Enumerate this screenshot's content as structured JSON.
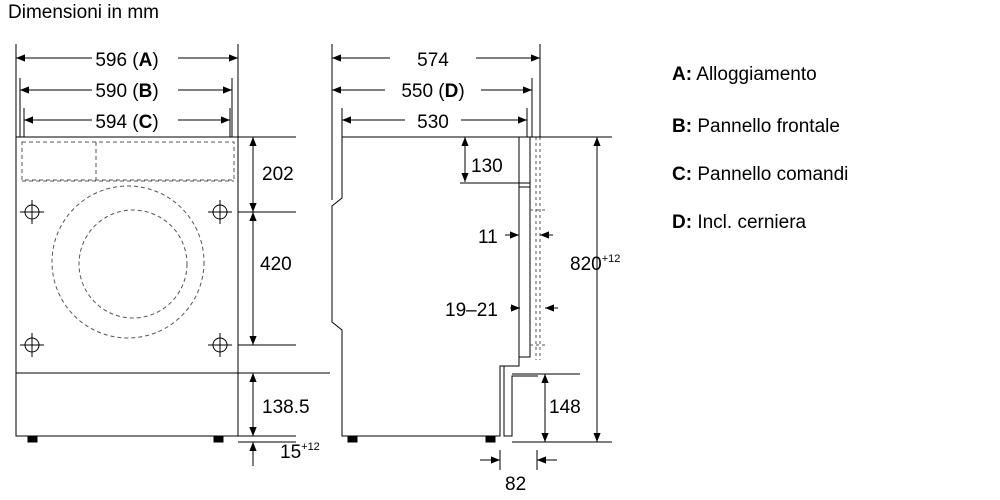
{
  "title": "Dimensioni in mm",
  "front": {
    "width_a": {
      "value": "596",
      "open": "(",
      "letter": "A",
      "close": ")"
    },
    "width_b": {
      "value": "590",
      "open": "(",
      "letter": "B",
      "close": ")"
    },
    "width_c": {
      "value": "594",
      "open": "(",
      "letter": "C",
      "close": ")"
    },
    "h_top": "202",
    "h_mid": "420",
    "h_bottom": "138.5",
    "foot": {
      "value": "15",
      "sup": "+12"
    }
  },
  "side": {
    "depth_total": "574",
    "depth_d": {
      "value": "550",
      "open": "(",
      "letter": "D",
      "close": ")"
    },
    "depth_body": "530",
    "panel_h": "130",
    "gap_11": "11",
    "gap_19_21": "19–21",
    "height_total": {
      "value": "820",
      "sup": "+12"
    },
    "plinth": "148",
    "recess": "82"
  },
  "legend": [
    {
      "key": "A",
      "sep": ":",
      "text": " Alloggiamento"
    },
    {
      "key": "B",
      "sep": ":",
      "text": " Pannello frontale"
    },
    {
      "key": "C",
      "sep": ":",
      "text": " Pannello comandi"
    },
    {
      "key": "D",
      "sep": ":",
      "text": " Incl. cerniera"
    }
  ],
  "colors": {
    "line": "#000000",
    "dashed": "#555555",
    "background": "#ffffff"
  }
}
